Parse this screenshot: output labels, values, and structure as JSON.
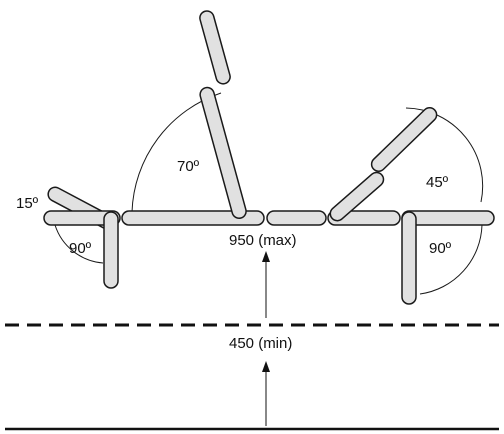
{
  "angles": {
    "head_up": "15º",
    "head_down": "90º",
    "back_raise": "70º",
    "leg_raise": "45º",
    "leg_down": "90º"
  },
  "heights": {
    "max": "950 (max)",
    "min": "450 (min)"
  },
  "colors": {
    "segment_fill": "#e1e1e1",
    "outline": "#1a1a1a"
  }
}
